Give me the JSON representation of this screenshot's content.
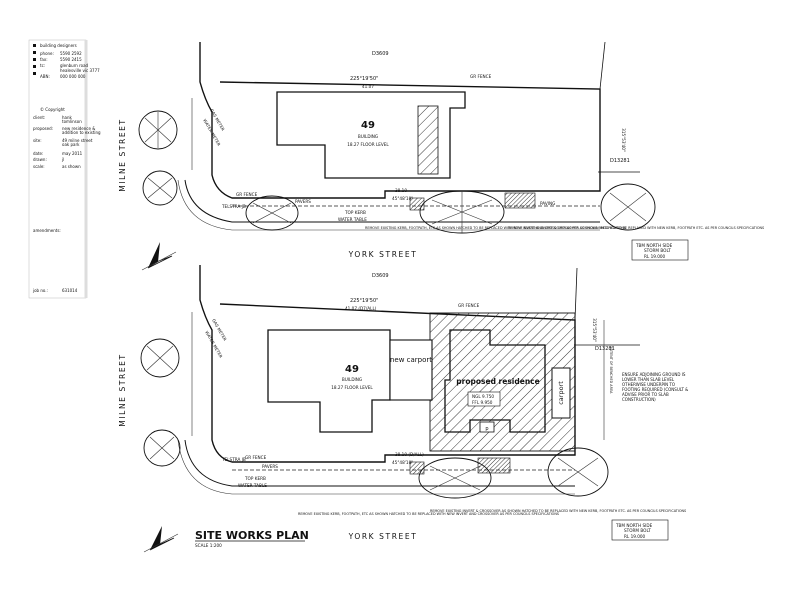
{
  "title_block": {
    "company": "building designers",
    "phone_label": "phone:",
    "phone": "5590 2592",
    "fax_label": "fax:",
    "fax": "5590 2415",
    "address_label": "tc:",
    "address_1": "glenburn road",
    "address_2": "healesville vic 3777",
    "abn_label": "ABN:",
    "abn": "000 000 000",
    "copyright": "© Copyright",
    "client_label": "client:",
    "client_1": "hank",
    "client_2": "tomlinson",
    "proposed_label": "proposed:",
    "proposed_1": "new residence &",
    "proposed_2": "addition to existing",
    "site_label": "site:",
    "site_1": "49 milne street",
    "site_2": "oak park",
    "date_label": "date:",
    "date": "may 2011",
    "drawn_label": "drawn:",
    "drawn": "jl",
    "scale_label": "scale:",
    "scale": "as shown",
    "amendments_label": "amendments:",
    "job_label": "job no.:",
    "job": "631014"
  },
  "plan_top": {
    "lot_north": "D3609",
    "lot_east": "D13281",
    "dim_top": "225°19'50\"",
    "dim_top_len": "41.07",
    "building_no": "49",
    "building_label": "BUILDING",
    "floor_level": "18.27 FLOOR LEVEL",
    "dim_bottom": "38.10",
    "dim_bottom_bearing": "45°48'10\"",
    "east_bearing": "315°53'40\"",
    "pavers": "PAVERS",
    "top_kerb": "TOP KERB",
    "water_table": "WATER TABLE",
    "telstra": "TELSTRA JB",
    "fence": "GR FENCE",
    "water_meter": "WATER METER",
    "gas_meter": "GAS METER",
    "paving": "PAVING",
    "note_left": "REMOVE EXISTING KERB, FOOTPATH, ETC AS SHOWN HATCHED TO BE REPLACED WITH NEW INVERT AND CROSSOVER AS PER COUNCILS SPECIFICATIONS",
    "note_right": "REMOVE EXISTING INVERT & CROSSOVER AS SHOWN HATCHED TO BE REPLACED WITH NEW KERB, FOOTPATH ETC. AS PER COUNCILS SPECIFICATIONS",
    "milne": "MILNE STREET",
    "york": "YORK STREET",
    "tbm_1": "TBM NORTH SIDE",
    "tbm_2": "STORM BOLT",
    "tbm_3": "RL 19.000"
  },
  "plan_bottom": {
    "lot_north": "D3609",
    "lot_east": "D13281",
    "dim_top": "225°19'50\"",
    "dim_top_len": "41.07 (D7/ALL)",
    "building_no": "49",
    "building_label": "BUILDING",
    "floor_level": "18.27 FLOOR LEVEL",
    "new_carport": "new carport",
    "proposed": "proposed residence",
    "ngl": "NGL 9.750",
    "ffl": "FFL 9.950",
    "carport": "carport",
    "p": "p",
    "dim_bottom": "38.10 (D/ALL)",
    "dim_bottom_bearing": "45°48'10\"",
    "east_bearing": "315°53'40\"",
    "setback": "EXTENT OF BENCHED AREA",
    "site_note": "ENSURE ADJOINING GROUND IS LOWER THAN SLAB LEVEL OTHERWISE UNDERPIN TO FOOTING REQUIRED (CONSULT & ADVISE PRIOR TO SLAB CONSTRUCTION)",
    "pavers": "PAVERS",
    "top_kerb": "TOP KERB",
    "water_table": "WATER TABLE",
    "telstra": "TELSTRA JB",
    "fence": "GR FENCE",
    "water_meter": "WATER METER",
    "gas_meter": "GAS METER",
    "note_left": "REMOVE EXISTING KERB, FOOTPATH, ETC AS SHOWN HATCHED TO BE REPLACED WITH NEW INVERT AND CROSSOVER AS PER COUNCILS SPECIFICATIONS",
    "note_right": "REMOVE EXISTING INVERT & CROSSOVER AS SHOWN HATCHED TO BE REPLACED WITH NEW KERB, FOOTPATH ETC. AS PER COUNCILS SPECIFICATIONS",
    "milne": "MILNE STREET",
    "york": "YORK STREET",
    "tbm_1": "TBM NORTH SIDE",
    "tbm_2": "STORM BOLT",
    "tbm_3": "RL 19.000"
  },
  "footer": {
    "title": "SITE WORKS PLAN",
    "scale": "SCALE 1:200"
  },
  "colors": {
    "line": "#111111",
    "hatch": "#333333",
    "paper": "#ffffff"
  }
}
